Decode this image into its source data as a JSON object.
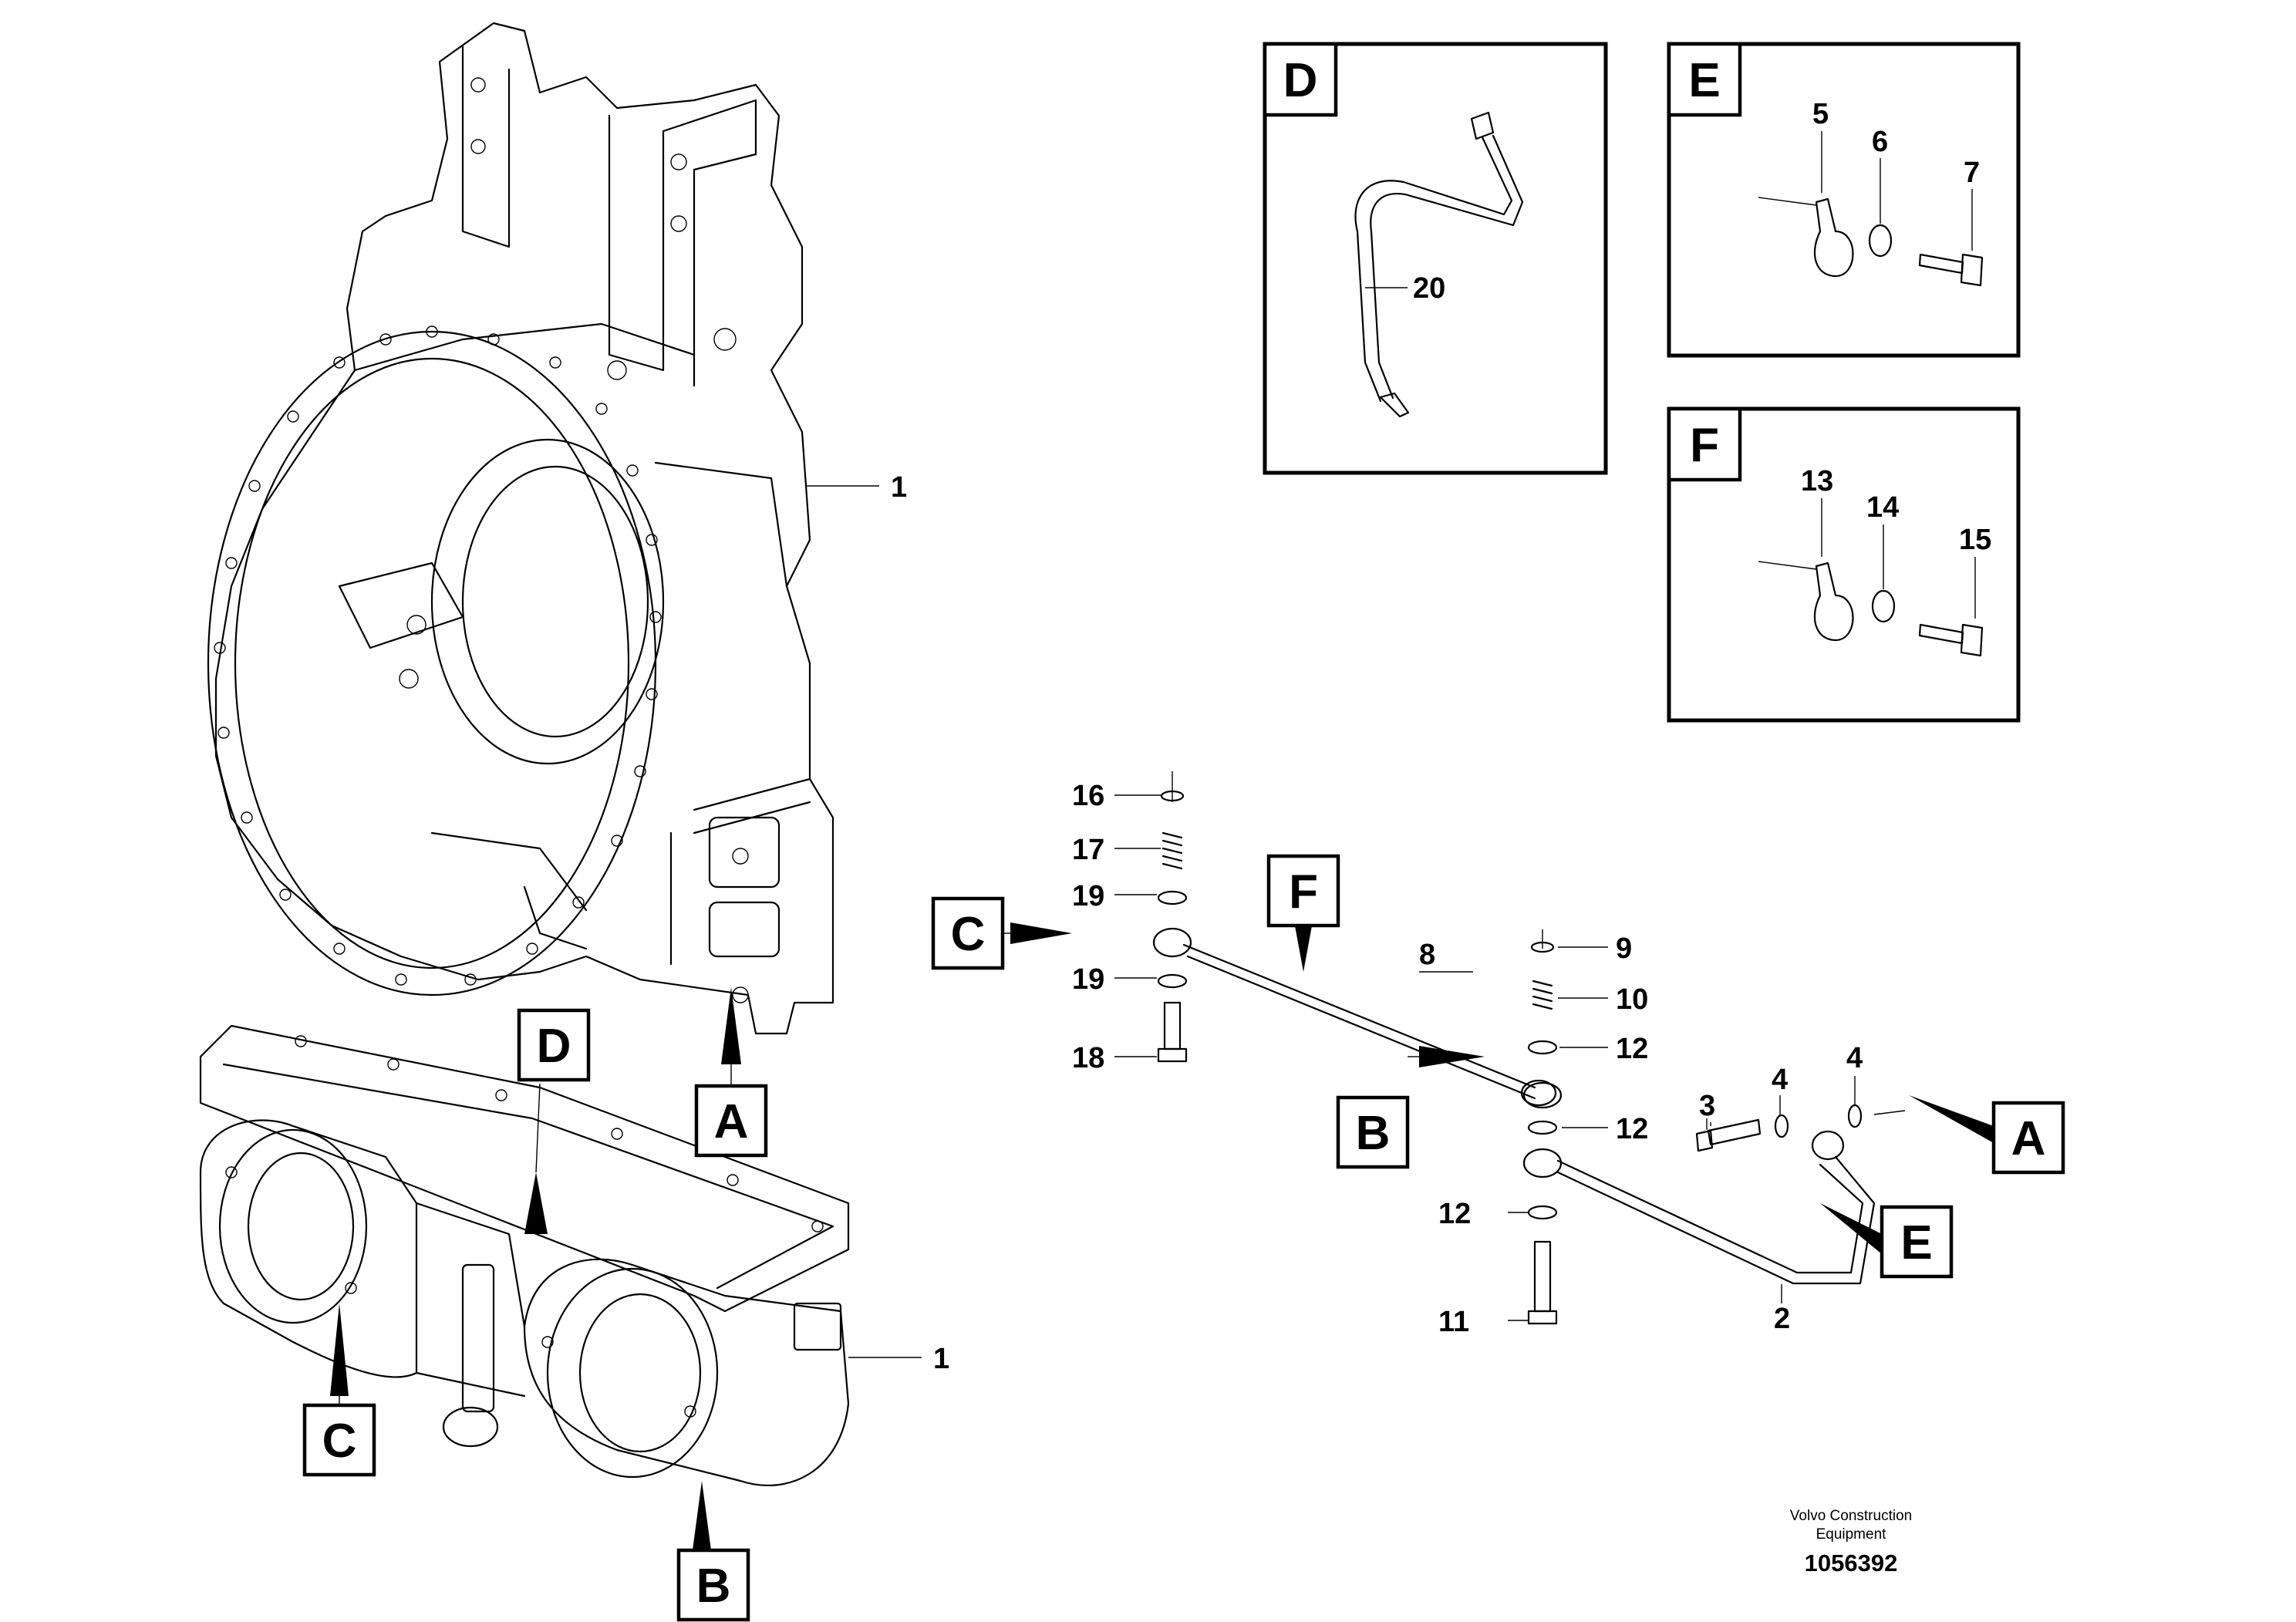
{
  "callouts": {
    "n1_top": "1",
    "n1_bottom": "1",
    "n2": "2",
    "n3": "3",
    "n4_left": "4",
    "n4_right": "4",
    "n5": "5",
    "n6": "6",
    "n7": "7",
    "n8": "8",
    "n9": "9",
    "n10": "10",
    "n11": "11",
    "n12_top": "12",
    "n12_mid": "12",
    "n12_bottom": "12",
    "n13": "13",
    "n14": "14",
    "n15": "15",
    "n16": "16",
    "n17": "17",
    "n18": "18",
    "n19_top": "19",
    "n19_bottom": "19",
    "n20": "20"
  },
  "tags": {
    "A_housing": "A",
    "A_pipe": "A",
    "B_cover": "B",
    "B_pipe": "B",
    "C_cover": "C",
    "C_pipe": "C",
    "D_cover": "D",
    "E_pipe": "E",
    "F_pipe": "F"
  },
  "detail_boxes": {
    "D": "D",
    "E": "E",
    "F": "F"
  },
  "footer": {
    "brand_line1": "Volvo Construction",
    "brand_line2": "Equipment",
    "doc_number": "1056392"
  }
}
